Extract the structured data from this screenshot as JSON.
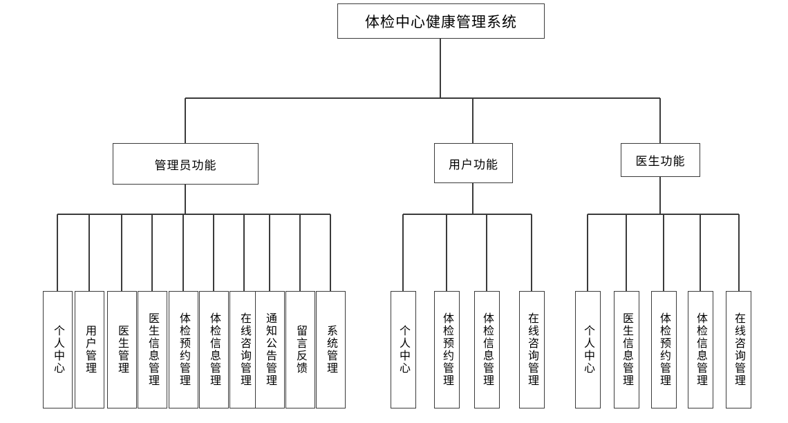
{
  "diagram": {
    "type": "tree",
    "title": "体检中心健康管理系统",
    "root": {
      "label": "体检中心健康管理系统"
    },
    "branches": [
      {
        "id": "admin",
        "label": "管理员功能",
        "leaves": [
          "个人中心",
          "用户管理",
          "医生管理",
          "医生信息管理",
          "体检预约管理",
          "体检信息管理",
          "在线咨询管理",
          "通知公告管理",
          "留言反馈",
          "系统管理"
        ]
      },
      {
        "id": "user",
        "label": "用户功能",
        "leaves": [
          "个人中心",
          "体检预约管理",
          "体检信息管理",
          "在线咨询管理"
        ]
      },
      {
        "id": "doctor",
        "label": "医生功能",
        "leaves": [
          "个人中心",
          "医生信息管理",
          "体检预约管理",
          "体检信息管理",
          "在线咨询管理"
        ]
      }
    ],
    "colors": {
      "stroke": "#3a3a3a",
      "background": "#ffffff",
      "text": "#000000"
    }
  }
}
